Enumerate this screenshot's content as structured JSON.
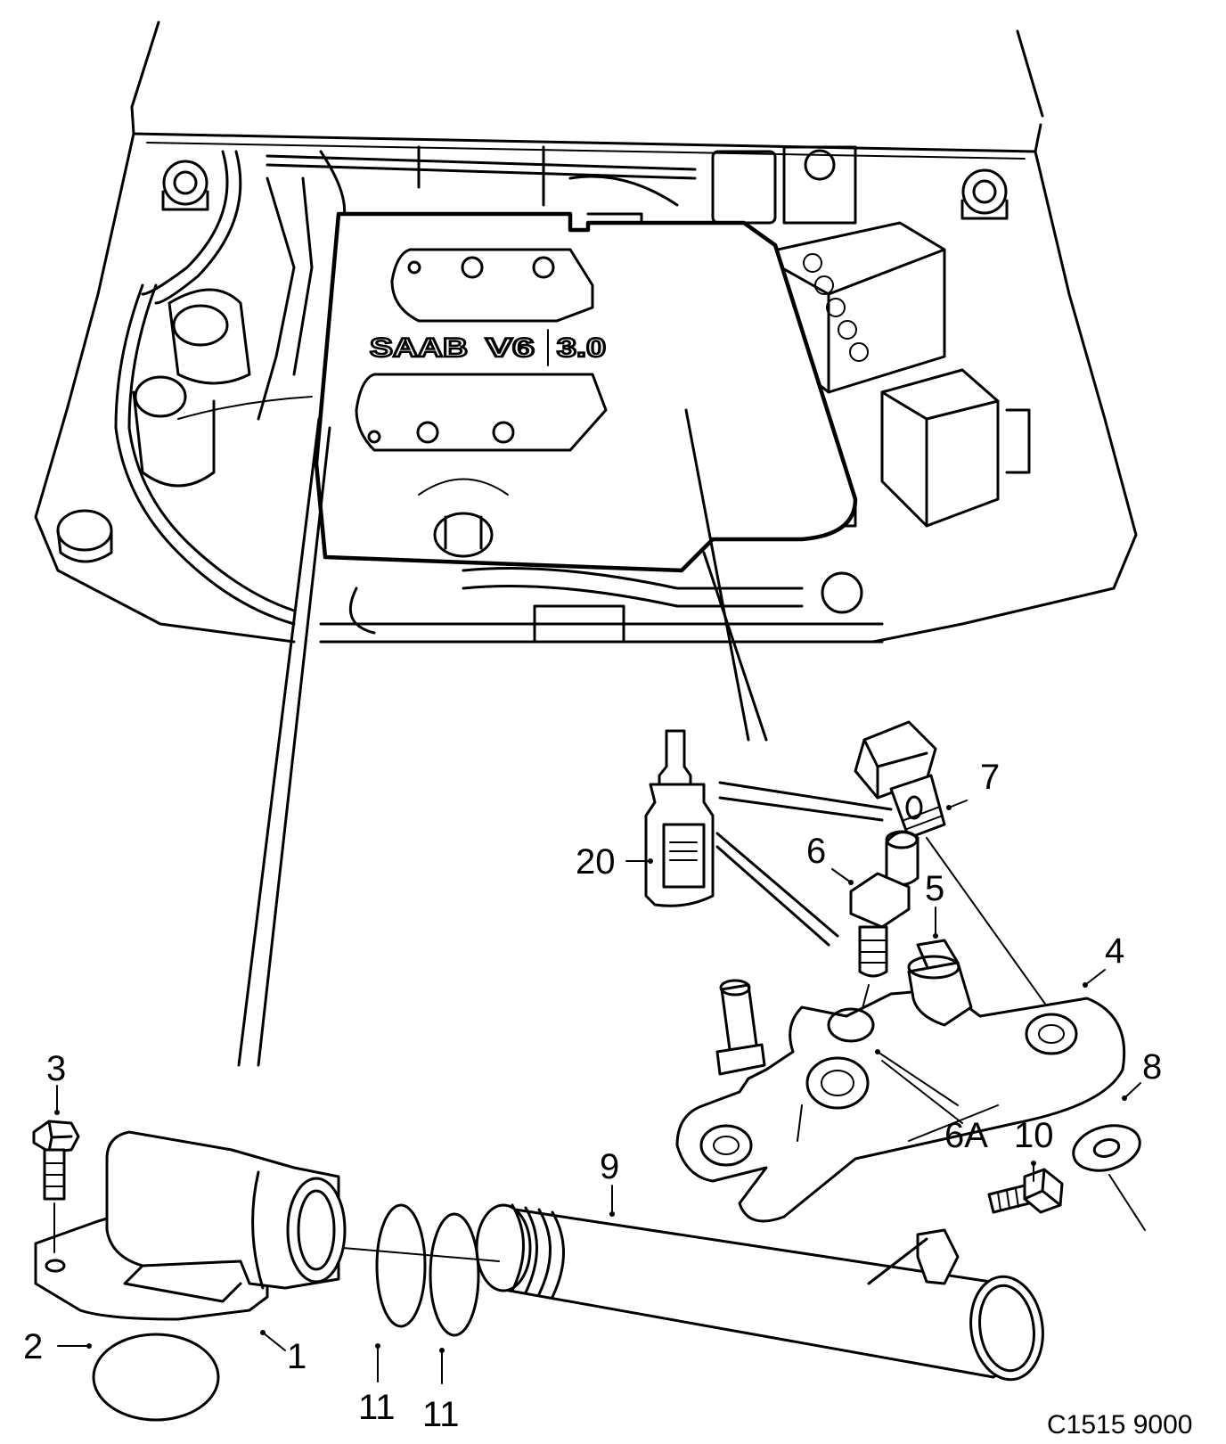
{
  "figure_id": "C1515 9000",
  "engine_cover": {
    "badge_brand": "SAAB",
    "badge_model": "V6",
    "badge_displacement": "3.0"
  },
  "callouts": [
    {
      "id": "c1",
      "label": "1"
    },
    {
      "id": "c2",
      "label": "2"
    },
    {
      "id": "c3",
      "label": "3"
    },
    {
      "id": "c4",
      "label": "4"
    },
    {
      "id": "c5",
      "label": "5"
    },
    {
      "id": "c6",
      "label": "6"
    },
    {
      "id": "c6a",
      "label": "6A"
    },
    {
      "id": "c7",
      "label": "7"
    },
    {
      "id": "c8",
      "label": "8"
    },
    {
      "id": "c9",
      "label": "9"
    },
    {
      "id": "c10",
      "label": "10"
    },
    {
      "id": "c11a",
      "label": "11"
    },
    {
      "id": "c11b",
      "label": "11"
    },
    {
      "id": "c20",
      "label": "20"
    }
  ]
}
